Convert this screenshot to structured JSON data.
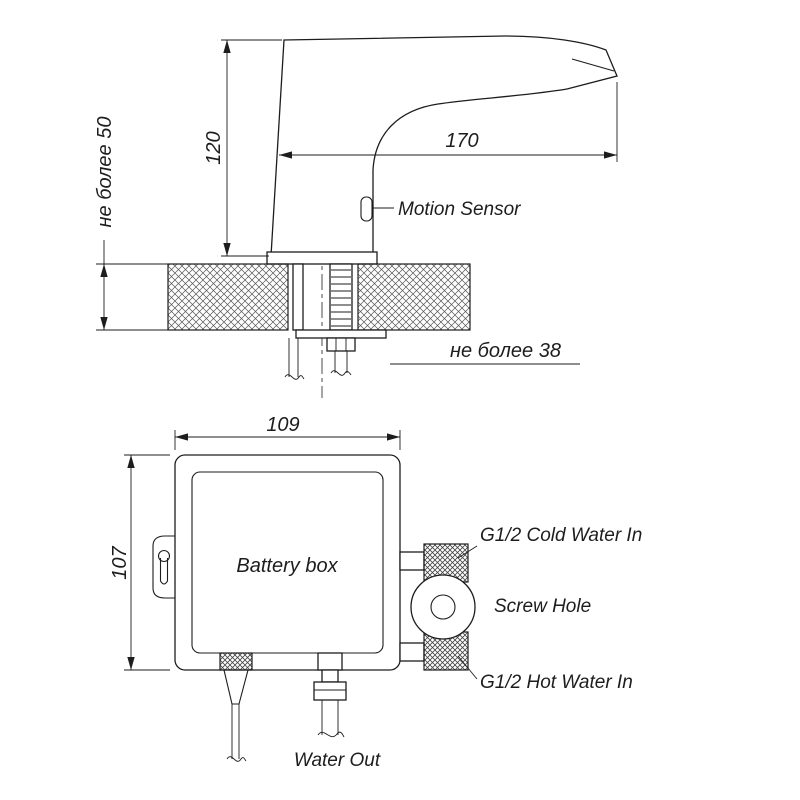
{
  "drawing": {
    "colors": {
      "line": "#1d1d1d",
      "hatch": "#555555",
      "background": "#ffffff"
    },
    "faucet_view": {
      "dim_spout_reach": "170",
      "dim_body_height": "120",
      "dim_counter_thickness": "не более 50",
      "dim_mounting_hole": "не более 38",
      "label_motion_sensor": "Motion Sensor"
    },
    "control_box_view": {
      "dim_width": "109",
      "dim_height": "107",
      "label_battery_box": "Battery box",
      "label_cold_in": "G1/2 Cold Water In",
      "label_screw_hole": "Screw Hole",
      "label_hot_in": "G1/2 Hot Water In",
      "label_water_out": "Water Out"
    }
  }
}
